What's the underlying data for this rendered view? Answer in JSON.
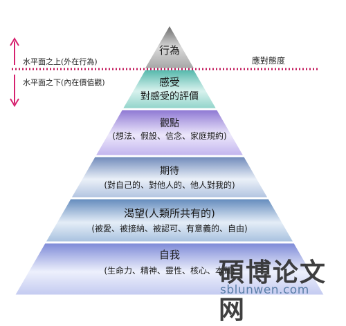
{
  "pyramid": {
    "levels": [
      {
        "title": "行為",
        "subtitle": "",
        "color": "#8c8c8c"
      },
      {
        "title": "感受",
        "subtitle": "對感受的評價",
        "color": "#7fcfc4"
      },
      {
        "title": "觀點",
        "subtitle": "(想法、假設、信念、家庭規約)",
        "color": "#b5a6e3"
      },
      {
        "title": "期待",
        "subtitle": "(對自己的、對他人的、他人對我的)",
        "color": "#9aafd0"
      },
      {
        "title": "渴望(人類所共有的)",
        "subtitle": "(被愛、被接納、被認可、有意義的、自由)",
        "color": "#86a7cc"
      },
      {
        "title": "自我",
        "subtitle": "(生命力、精神、靈性、核心、本質)",
        "color": "#a9b3e6"
      }
    ]
  },
  "annotations": {
    "above_label": "水平面之上(外在行為)",
    "below_label": "水平面之下(內在價值觀)",
    "attitude_label": "應對態度",
    "waterline_color": "#c2185b",
    "arrow_color": "#d6226f"
  },
  "watermark": {
    "chinese": "碩博论文网",
    "url": "sblunwen.com"
  }
}
